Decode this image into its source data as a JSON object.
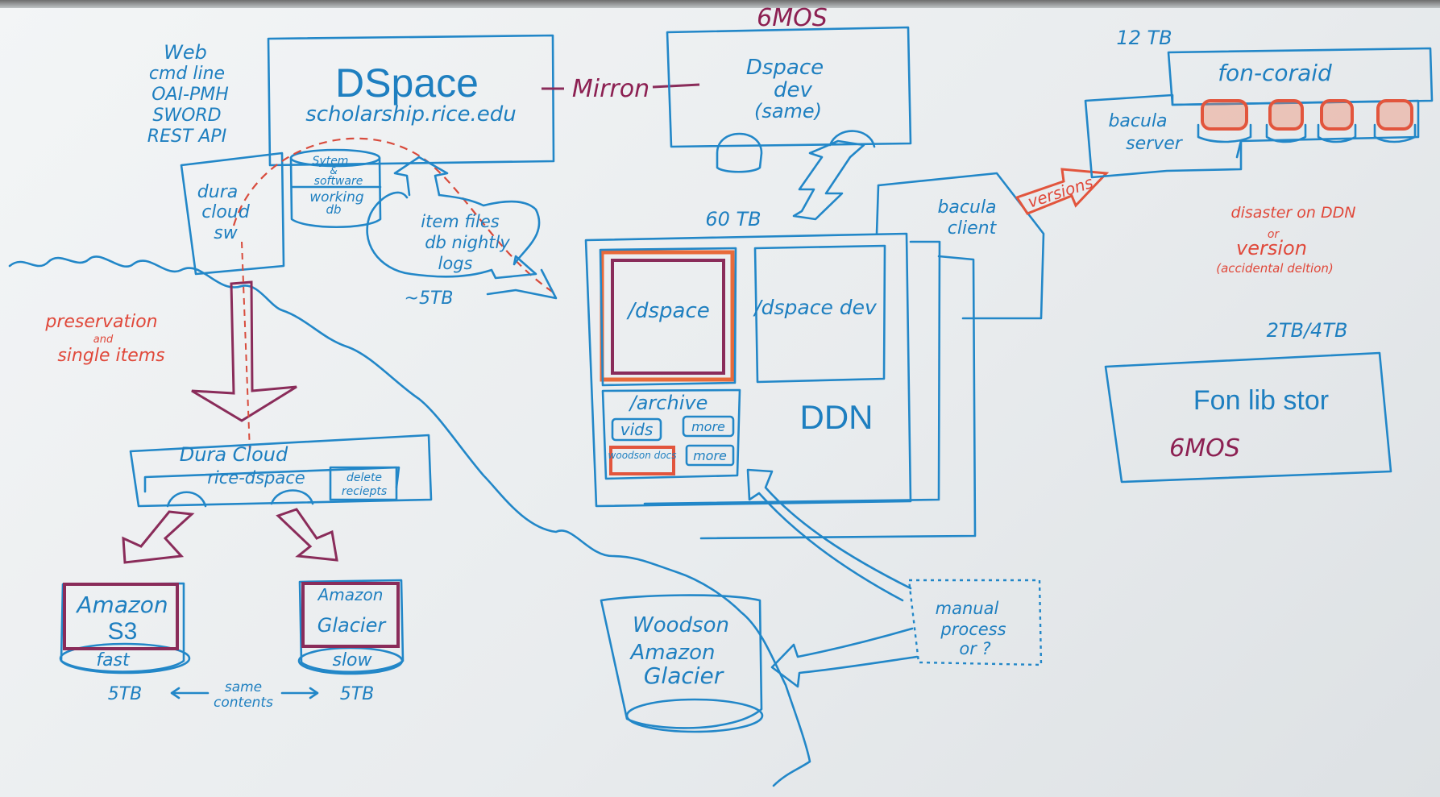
{
  "whiteboard": {
    "interfaces": [
      "Web",
      "cmd line",
      "OAI-PMH",
      "SWORD",
      "REST API"
    ],
    "dspace": {
      "title": "DSpace",
      "url": "scholarship.rice.edu"
    },
    "db_box": {
      "line1": "Sytem",
      "line2": "&",
      "line3": "software",
      "line4": "working",
      "line5": "db"
    },
    "duracloud_sw": {
      "line1": "dura",
      "line2": "cloud",
      "line3": "sw"
    },
    "mirror_label": "Mirron",
    "dspace_dev": {
      "top_label": "6MOS",
      "line1": "Dspace",
      "line2": "dev",
      "line3": "(same)"
    },
    "item_files": {
      "line1": "item files",
      "line2": "db nightly",
      "line3": "logs",
      "size": "~5TB"
    },
    "ddn": {
      "size": "60 TB",
      "dspace": "/dspace",
      "dspace_dev": "/dspace dev",
      "archive": "/archive",
      "vids": "vids",
      "more1": "more",
      "woodson": "woodson docs",
      "more2": "more",
      "label": "DDN"
    },
    "bacula_client": {
      "line1": "bacula",
      "line2": "client"
    },
    "versions_arrow": "versions",
    "fon_coraid": {
      "size": "12 TB",
      "title": "fon-coraid"
    },
    "bacula_server": {
      "line1": "bacula",
      "line2": "server"
    },
    "disaster_note": {
      "line1": "disaster on DDN",
      "line2": "or",
      "line3": "version",
      "line4": "(accidental deltion)"
    },
    "fon_lib_stor": {
      "size": "2TB/4TB",
      "title": "Fon lib stor",
      "retention": "6MOS"
    },
    "preservation_note": {
      "line1": "preservation",
      "line2": "and",
      "line3": "single items"
    },
    "duracloud": {
      "title": "Dura Cloud",
      "space": "rice-dspace",
      "delete": "delete",
      "reciepts": "reciepts"
    },
    "amazon_s3": {
      "line1": "Amazon",
      "line2": "S3",
      "speed": "fast",
      "size": "5TB"
    },
    "amazon_glacier": {
      "line1": "Amazon",
      "line2": "Glacier",
      "speed": "slow",
      "size": "5TB"
    },
    "same_contents": {
      "line1": "same",
      "line2": "contents"
    },
    "woodson_glacier": {
      "line1": "Woodson",
      "line2": "Amazon",
      "line3": "Glacier"
    },
    "manual_process": {
      "line1": "manual",
      "line2": "process",
      "line3": "or ?"
    },
    "colors": {
      "marker_blue": "#2287c8",
      "marker_red": "#e2553d",
      "marker_maroon": "#8a2c5a",
      "board": "#eef0f1"
    }
  }
}
